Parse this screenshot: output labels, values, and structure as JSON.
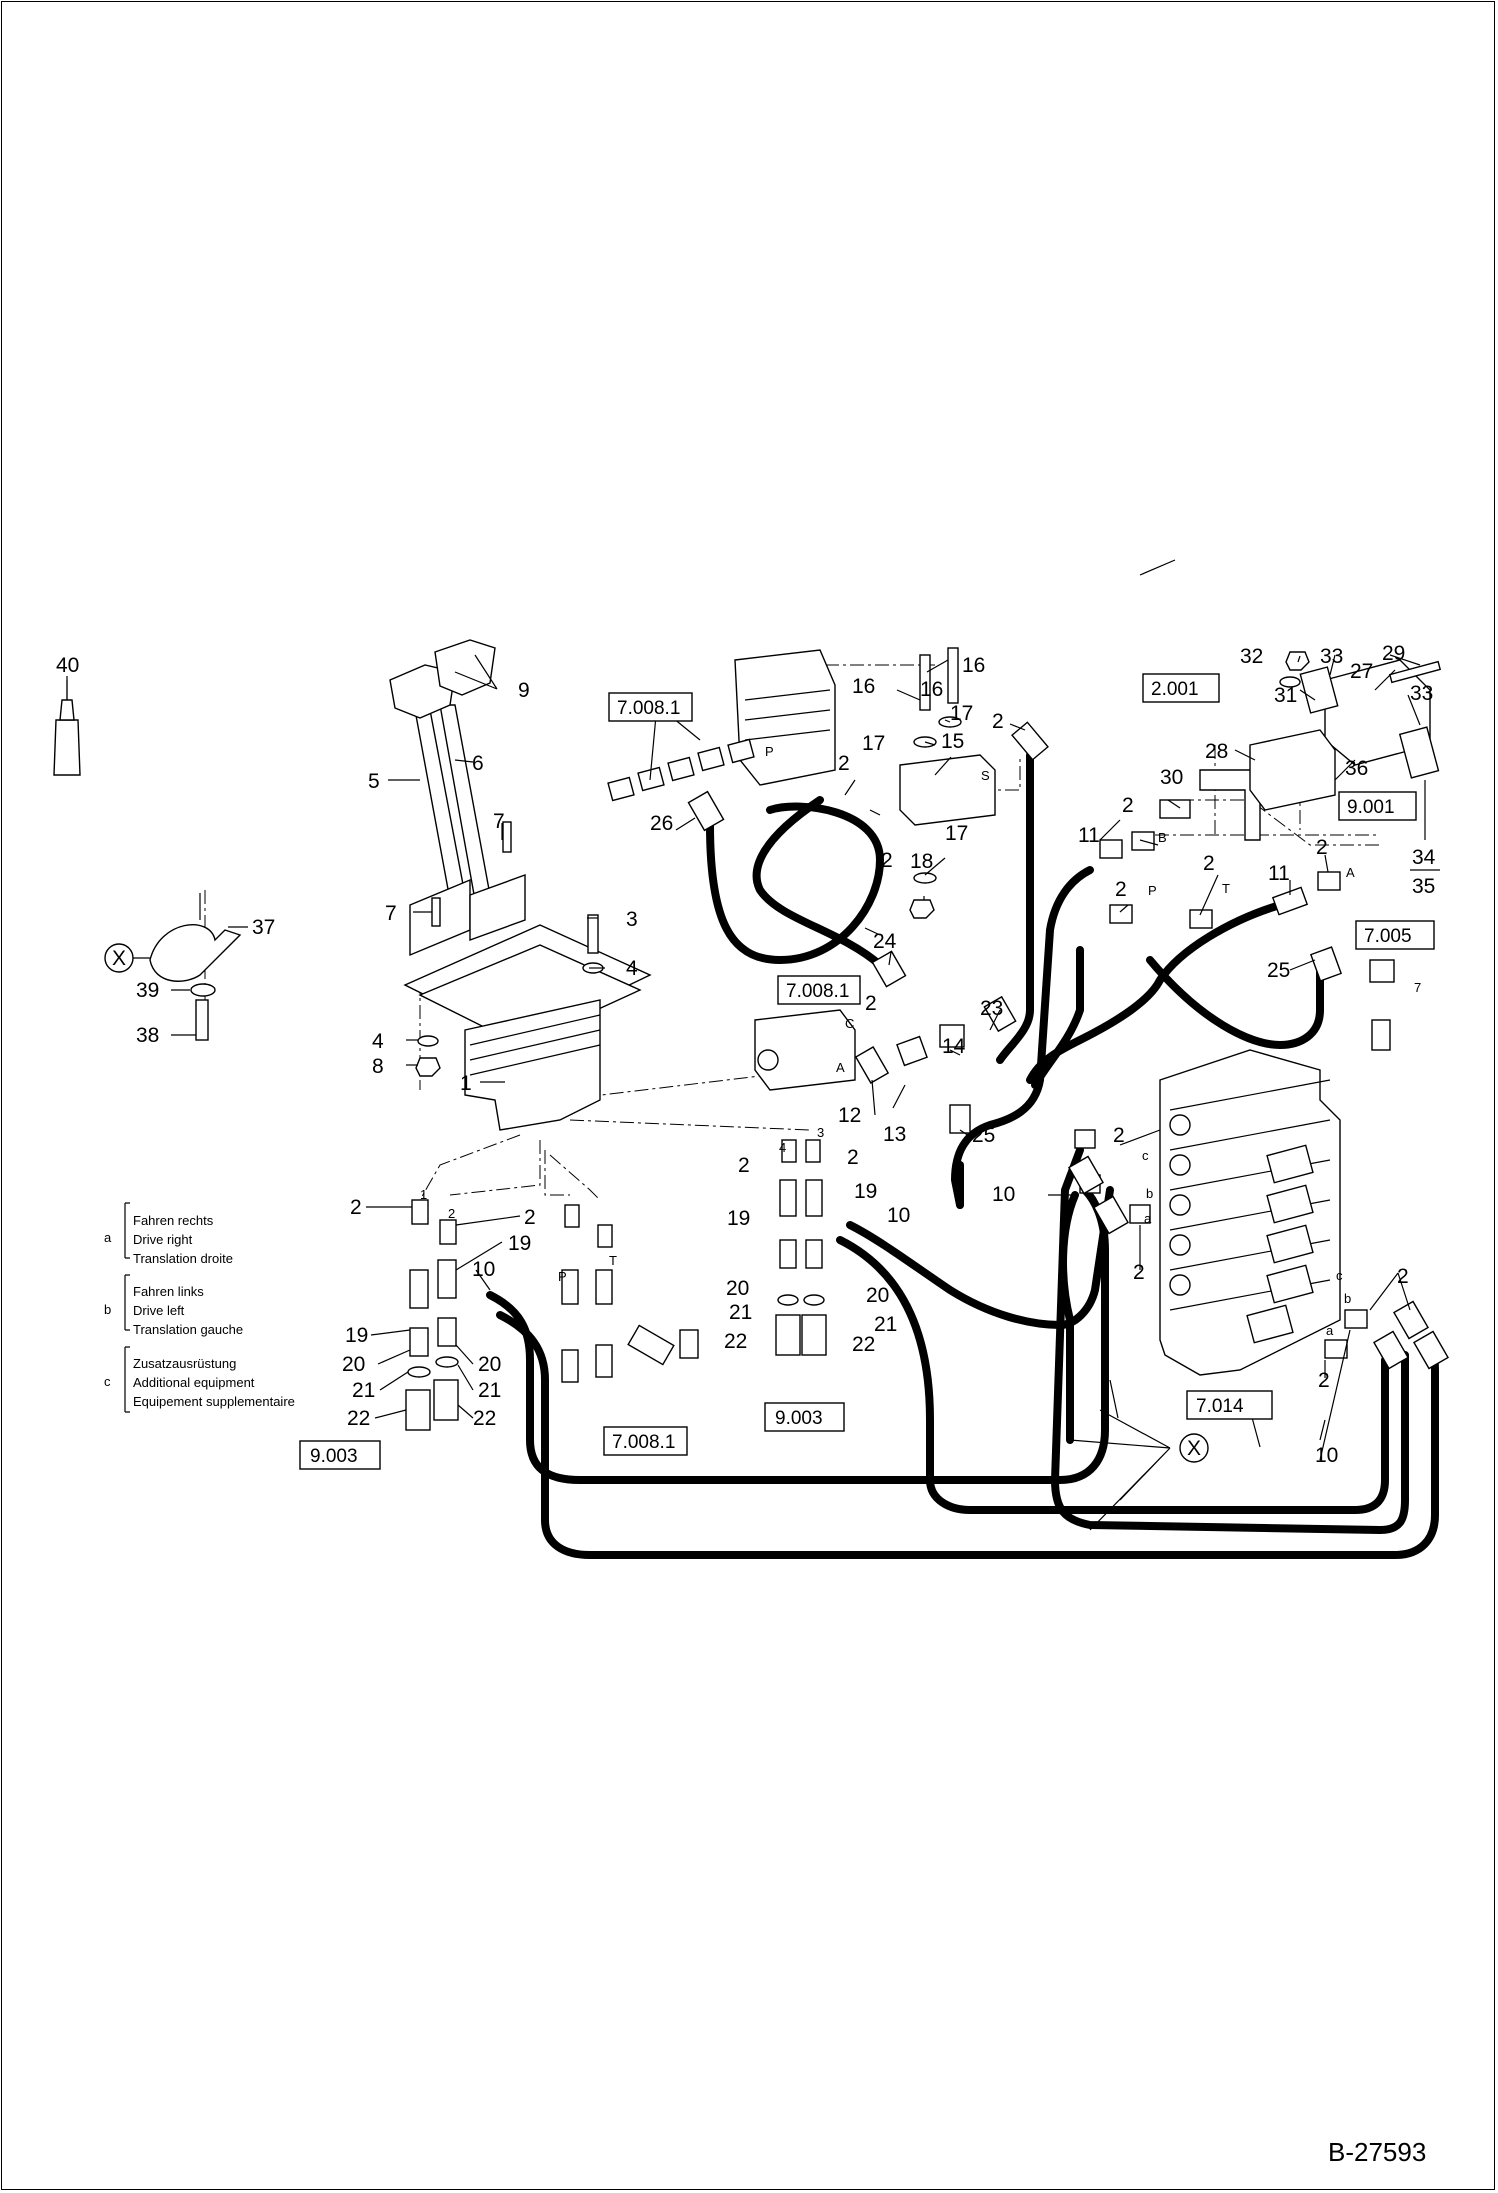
{
  "drawing_number": "B-27593",
  "callouts": {
    "p1": "1",
    "p2": "2",
    "p3": "3",
    "p4": "4",
    "p5": "5",
    "p6": "6",
    "p7": "7",
    "p8": "8",
    "p9": "9",
    "p10": "10",
    "p11": "11",
    "p12": "12",
    "p13": "13",
    "p14": "14",
    "p15": "15",
    "p16": "16",
    "p17": "17",
    "p18": "18",
    "p19": "19",
    "p20": "20",
    "p21": "21",
    "p22": "22",
    "p23": "23",
    "p24": "24",
    "p25": "25",
    "p26": "26",
    "p27": "27",
    "p28": "28",
    "p29": "29",
    "p30": "30",
    "p31": "31",
    "p32": "32",
    "p33": "33",
    "p34": "34",
    "p35": "35",
    "p36": "36",
    "p37": "37",
    "p38": "38",
    "p39": "39",
    "p40": "40"
  },
  "references": {
    "r7008_1": "7.008.1",
    "r2001": "2.001",
    "r9001": "9.001",
    "r7005": "7.005",
    "r7014": "7.014",
    "r9003": "9.003"
  },
  "detail_marker": "X",
  "port_letters": {
    "a": "a",
    "b": "b",
    "c": "c",
    "A": "A",
    "B": "B",
    "C": "C",
    "P": "P",
    "T": "T",
    "S": "S",
    "n1": "1",
    "n2": "2",
    "n3": "3",
    "n4": "4",
    "n7": "7"
  },
  "legend": [
    {
      "key": "a",
      "lines": [
        "Fahren rechts",
        "Drive right",
        "Translation droite"
      ]
    },
    {
      "key": "b",
      "lines": [
        "Fahren links",
        "Drive left",
        "Translation gauche"
      ]
    },
    {
      "key": "c",
      "lines": [
        "Zusatzausrüstung",
        "Additional equipment",
        "Equipement supplementaire"
      ]
    }
  ]
}
